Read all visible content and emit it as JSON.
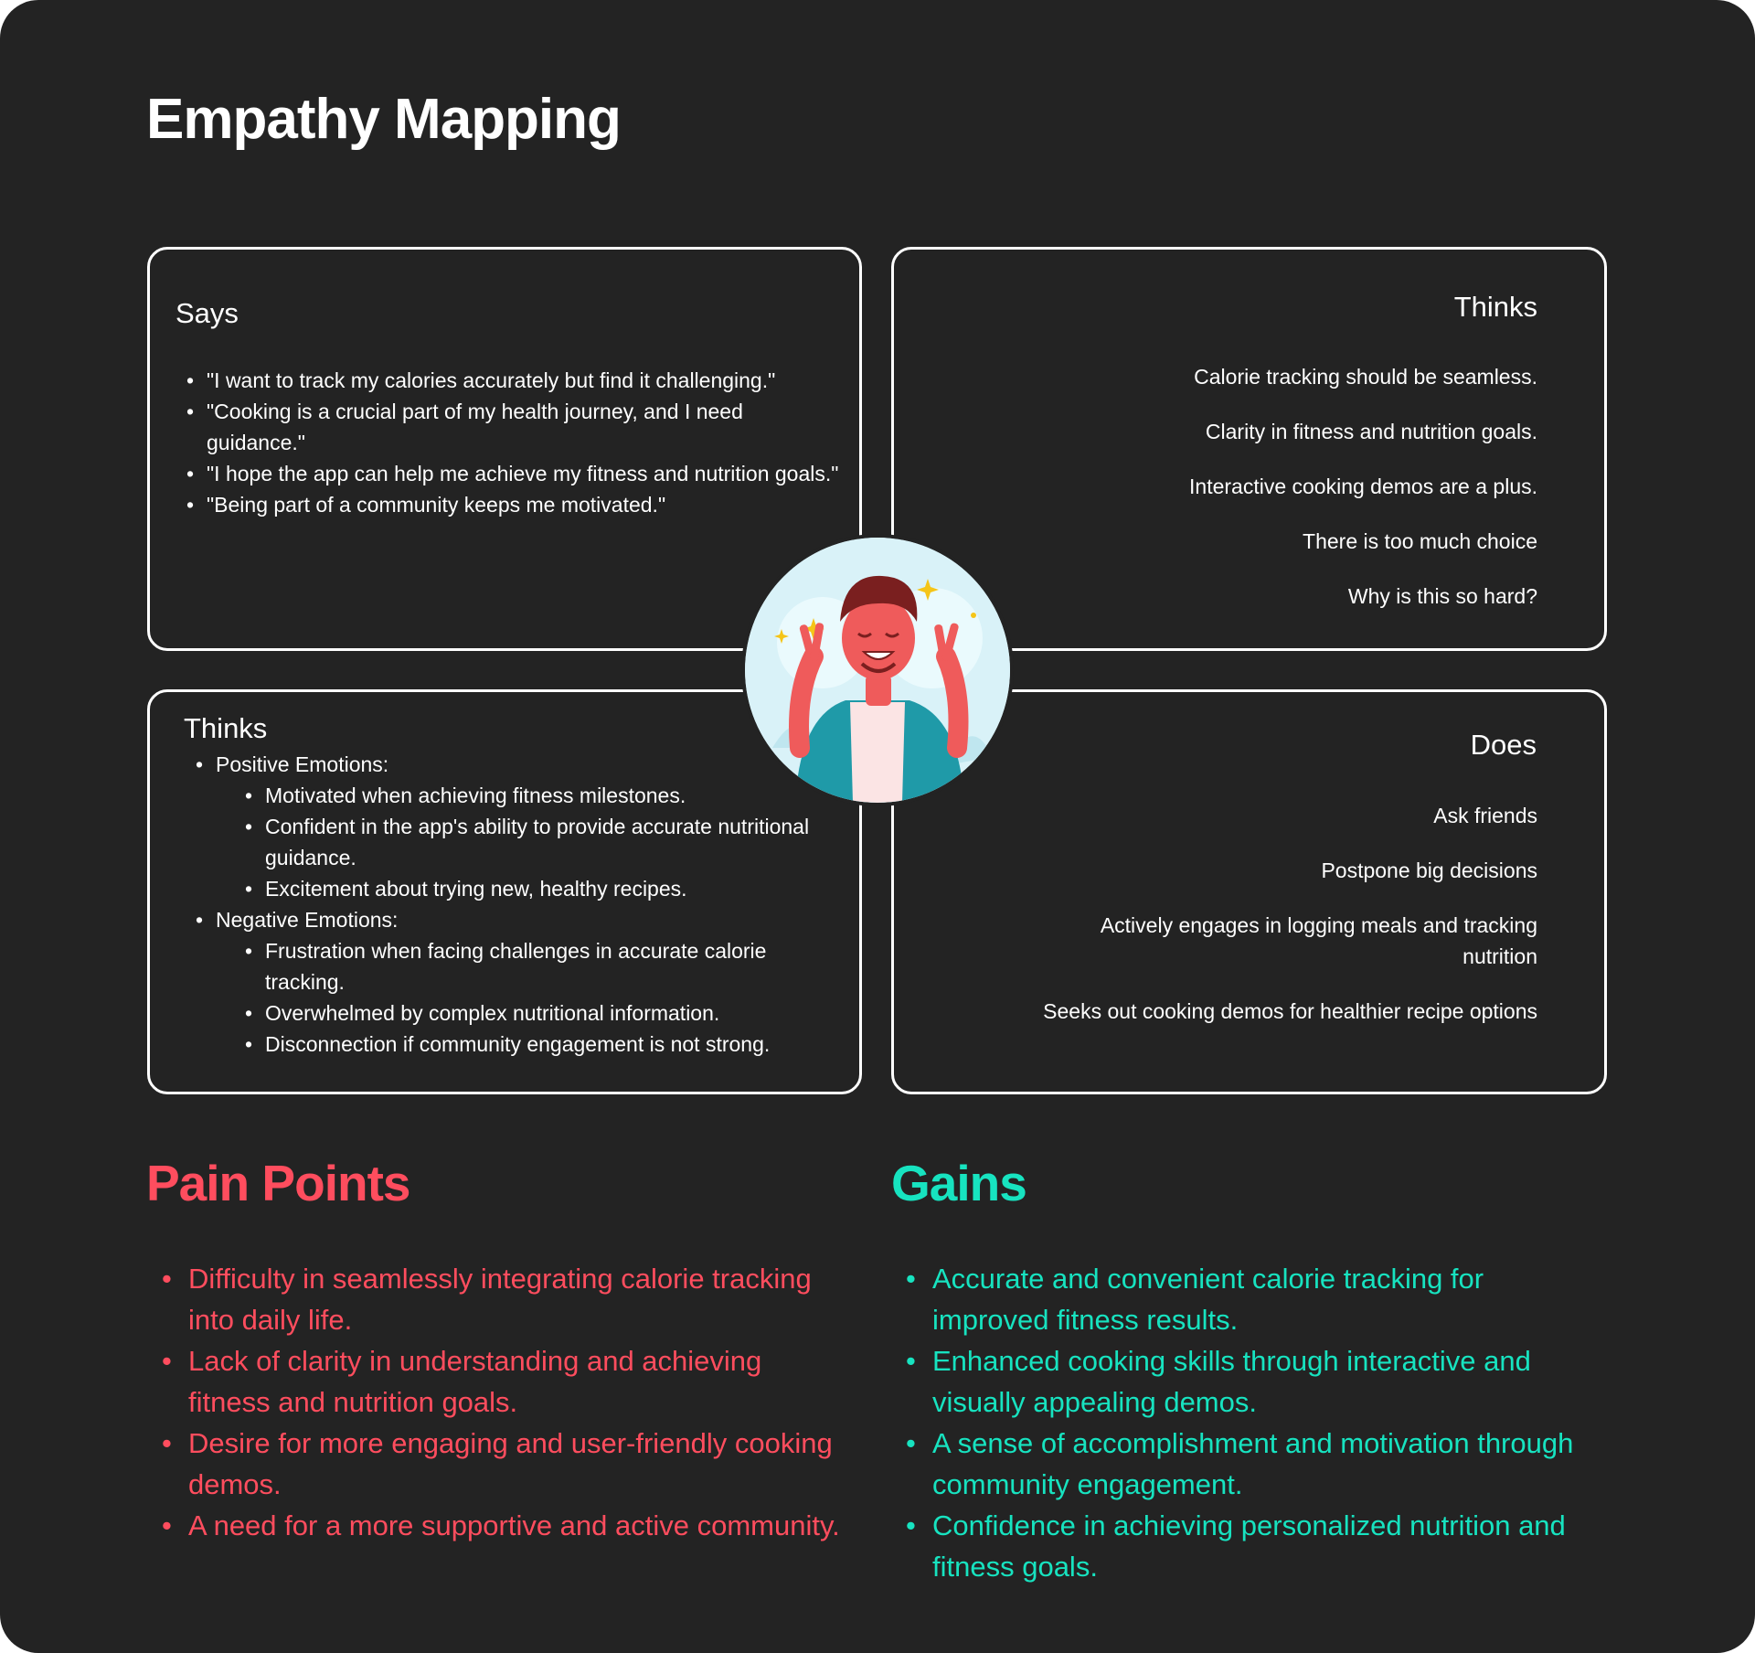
{
  "page_title": "Empathy Mapping",
  "colors": {
    "background": "#232323",
    "text": "#ffffff",
    "pain_accent": "#ff4d5e",
    "gains_accent": "#17e3c0"
  },
  "says": {
    "title": "Says",
    "items": [
      "\"I want to track my calories accurately but find it challenging.\"",
      "\"Cooking is a crucial part of my health journey, and I need guidance.\"",
      "\"I hope the app can help me achieve my fitness and nutrition goals.\"",
      "\"Being part of a community keeps me motivated.\""
    ]
  },
  "thinks_right": {
    "title": "Thinks",
    "items": [
      "Calorie tracking should be seamless.",
      "Clarity in fitness and nutrition goals.",
      "Interactive cooking demos are a plus.",
      "There is too much choice",
      "Why is this so hard?"
    ]
  },
  "thinks_left": {
    "title": "Thinks",
    "groups": [
      {
        "label": "Positive Emotions:",
        "items": [
          "Motivated when achieving fitness milestones.",
          "Confident in the app's ability to provide accurate nutritional guidance.",
          "Excitement about trying new, healthy recipes."
        ]
      },
      {
        "label": "Negative Emotions:",
        "items": [
          "Frustration when facing challenges in accurate calorie tracking.",
          "Overwhelmed by complex nutritional information.",
          "Disconnection if community engagement is not strong."
        ]
      }
    ]
  },
  "does": {
    "title": "Does",
    "items": [
      "Ask friends",
      "Postpone big decisions",
      "Actively engages in logging meals and tracking nutrition",
      "Seeks out cooking demos for healthier recipe options"
    ]
  },
  "pain_points": {
    "title": "Pain Points",
    "items": [
      "Difficulty in seamlessly integrating calorie tracking into daily life.",
      "Lack of clarity in understanding and achieving fitness and nutrition goals.",
      "Desire for more engaging and user-friendly cooking demos.",
      "A need for a more supportive and active community."
    ]
  },
  "gains": {
    "title": "Gains",
    "items": [
      "Accurate and convenient calorie tracking for improved fitness results.",
      "Enhanced cooking skills through interactive and visually appealing demos.",
      "A sense of accomplishment and motivation through community engagement.",
      "Confidence in achieving personalized nutrition and fitness goals."
    ]
  },
  "avatar_icon": "persona-fingers-crossed-illustration"
}
